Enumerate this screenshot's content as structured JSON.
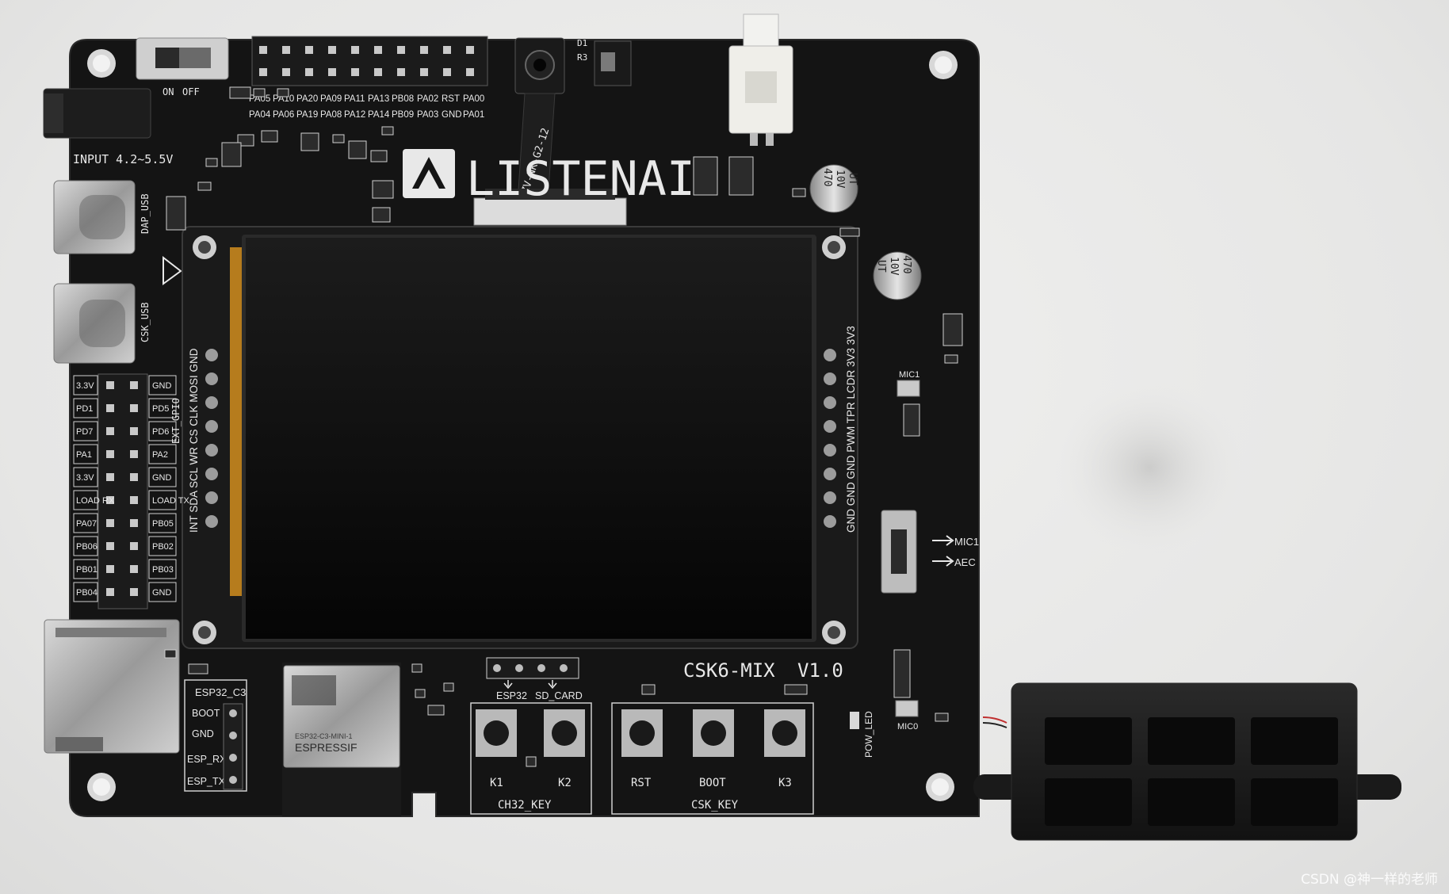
{
  "board": {
    "model_label": "CSK6-MIX",
    "version_label": "V1.0",
    "brand_text": "LISTENAI",
    "input_label": "INPUT 4.2~5.5V",
    "switch_on": "ON",
    "switch_off": "OFF",
    "dap_usb_label": "DAP_USB",
    "csk_usb_label": "CSK_USB",
    "camera_ribbon_text": "ZV-NK-G2-12",
    "led_d1": "D1",
    "led_r3": "R3",
    "mic1_label": "MIC1",
    "mic0_label": "MIC0",
    "pow_led_label": "POW_LED",
    "switch_mic1": "MIC1",
    "switch_aec": "AEC",
    "top_header_row1": [
      "PA05",
      "PA10",
      "PA20",
      "PA09",
      "PA11",
      "PA13",
      "PB08",
      "PA02",
      "RST",
      "PA00"
    ],
    "top_header_row2": [
      "PA04",
      "PA06",
      "PA19",
      "PA08",
      "PA12",
      "PA14",
      "PB09",
      "PA03",
      "GND",
      "PA01"
    ],
    "left_header_left": [
      "3.3V",
      "PD1",
      "PD7",
      "PA1",
      "3.3V",
      "LOAD RX",
      "PA07",
      "PB06",
      "PB01",
      "PB04"
    ],
    "left_header_right": [
      "GND",
      "PD5",
      "PD6",
      "PA2",
      "GND",
      "LOAD TX",
      "PB05",
      "PB02",
      "PB03",
      "GND"
    ],
    "ext_gpio_label": "EXT_GPIO",
    "lcd_left_pins": "INT SDA SCL WR CS CLK MOSI GND",
    "lcd_right_pins": "GND GND GND PWM TPR LCDR 3V3 3V3",
    "esp_header_title": "ESP32_C3",
    "esp_pins": [
      "BOOT",
      "GND",
      "ESP_RX",
      "ESP_TX"
    ],
    "esp_module_brand": "ESPRESSIF",
    "esp_module_model": "ESP32-C3-MINI-1",
    "sel_labels": [
      "ESP32",
      "SD_CARD"
    ],
    "ch32_group_label": "CH32_KEY",
    "ch32_keys": [
      "K1",
      "K2"
    ],
    "csk_group_label": "CSK_KEY",
    "csk_keys": [
      "RST",
      "BOOT",
      "K3"
    ],
    "cap_text": [
      "470",
      "10V",
      "UT"
    ]
  },
  "watermark": "CSDN @神一样的老师",
  "colors": {
    "pcb": "#121212",
    "silkscreen": "#e8e8e8",
    "screen": "#0a0a0a",
    "background": "#e6e6e5"
  }
}
